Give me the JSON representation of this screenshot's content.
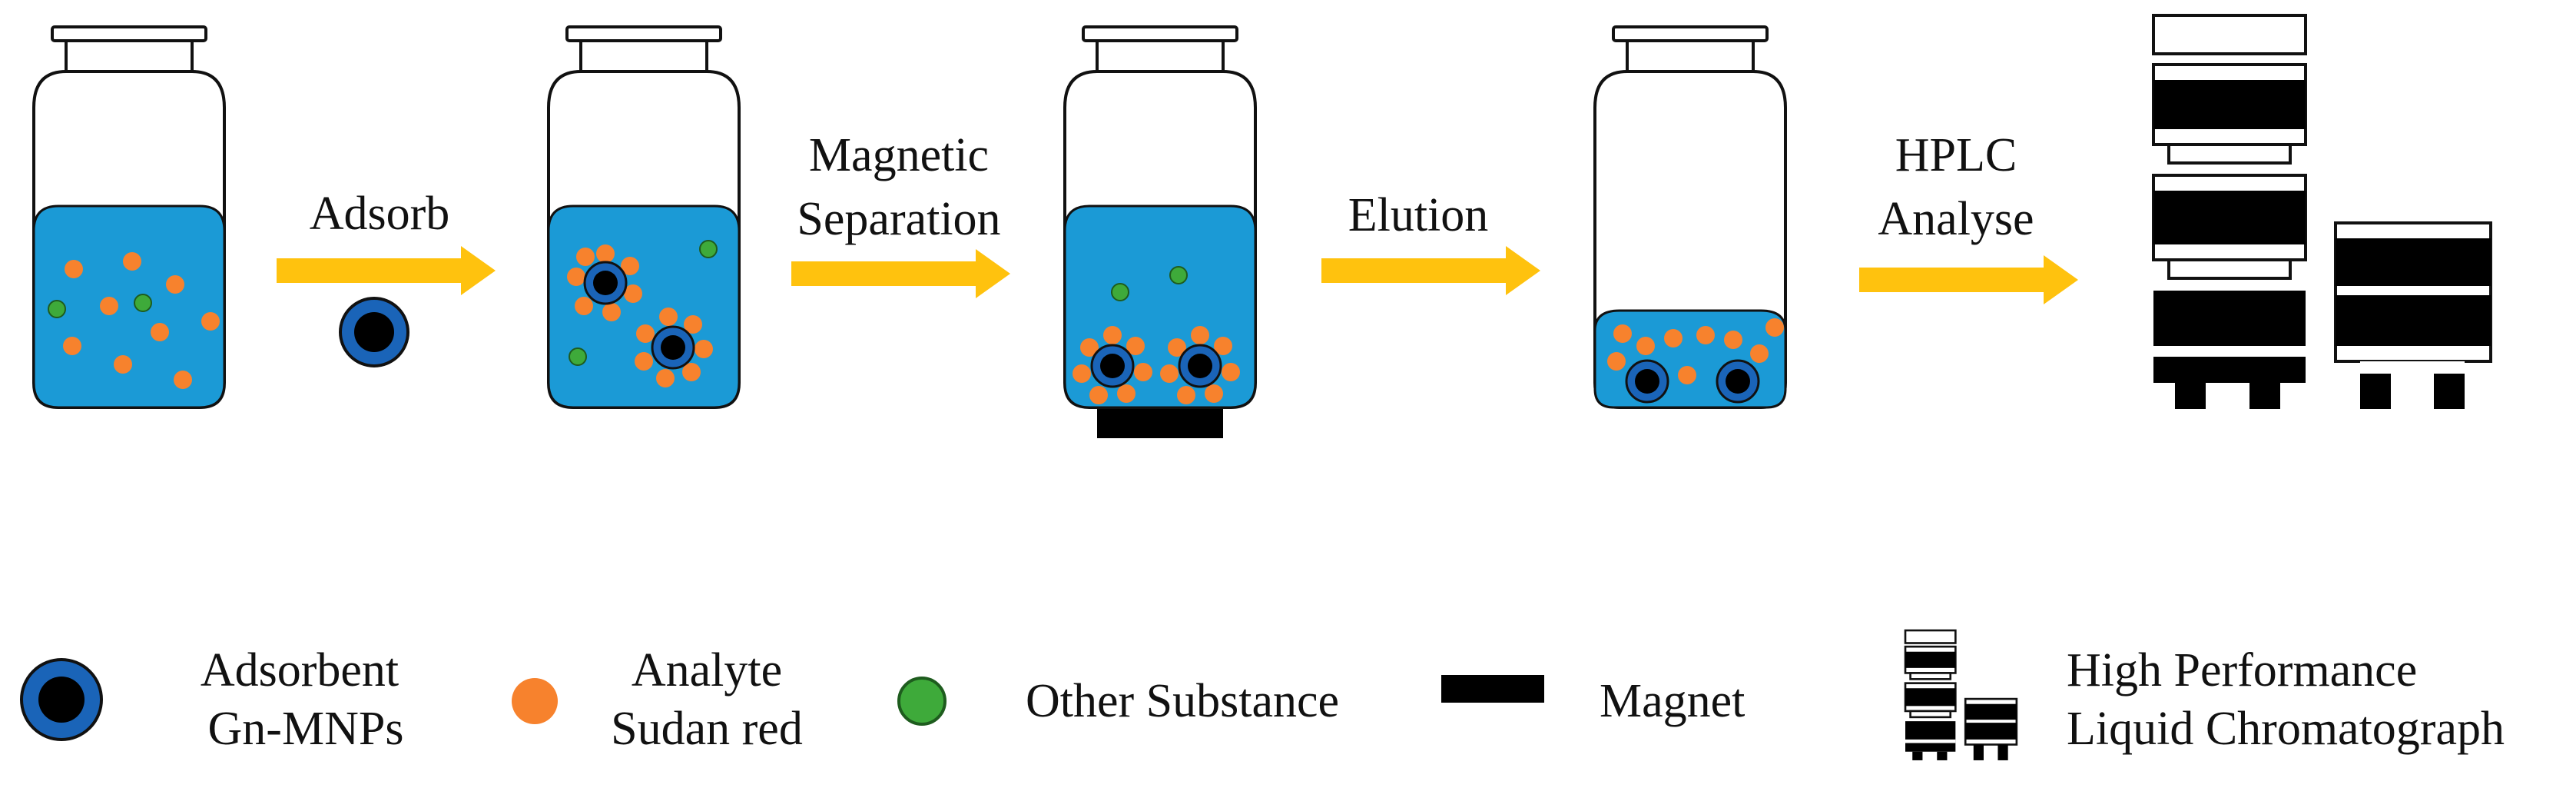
{
  "steps": {
    "adsorb": "Adsorb",
    "magnetic": [
      "Magnetic",
      "Separation"
    ],
    "elution": "Elution",
    "hplc": [
      "HPLC",
      "Analyse"
    ]
  },
  "legend": {
    "adsorbent": [
      "Adsorbent",
      "Gn-MNPs"
    ],
    "analyte": [
      "Analyte",
      "Sudan red"
    ],
    "other": "Other Substance",
    "magnet": "Magnet",
    "hplc": [
      "High Performance",
      "Liquid Chromatograph"
    ]
  },
  "colors": {
    "liquid": "#1b9ad6",
    "arrow": "#ffc20e",
    "analyte": "#f7822d",
    "other": "#3eaa3a",
    "particle_ring": "#1a64b8",
    "black": "#000000"
  },
  "icons": {
    "vial": "vial-icon",
    "magnet": "magnet-icon",
    "hplc": "hplc-instrument-icon"
  }
}
